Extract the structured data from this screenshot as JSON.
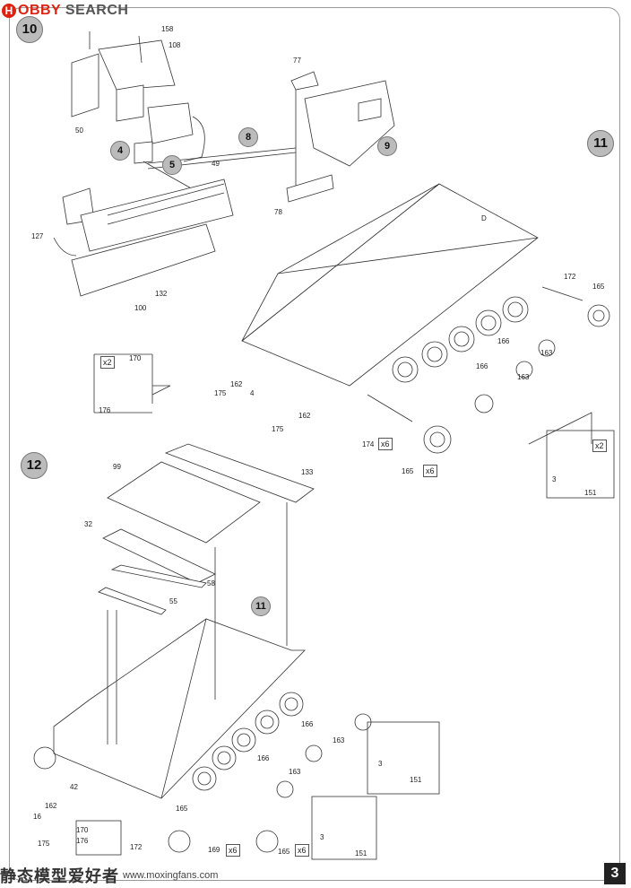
{
  "logo": {
    "mark": "H",
    "text_red": "OBBY",
    "text": "SEARCH"
  },
  "steps": {
    "s10": "10",
    "s11": "11",
    "s12": "12",
    "ref11": "11"
  },
  "subassemblies": {
    "a4": "4",
    "a5": "5",
    "a8": "8",
    "a9": "9"
  },
  "parts": {
    "p158": "158",
    "p108": "108",
    "p50": "50",
    "p49": "49",
    "p77": "77",
    "p78": "78",
    "p127": "127",
    "p132": "132",
    "p100": "100",
    "pD": "D",
    "p172": "172",
    "p165": "165",
    "p166a": "166",
    "p163a": "163",
    "p166b": "166",
    "p163b": "163",
    "p170": "170",
    "p176": "176",
    "p175a": "175",
    "p162a": "162",
    "p4": "4",
    "p162b": "162",
    "p175b": "175",
    "p174": "174",
    "p165b": "165",
    "p3a": "3",
    "p151a": "151",
    "p99": "99",
    "p133": "133",
    "p32": "32",
    "p58": "58",
    "p55": "55",
    "p166c": "166",
    "p163c": "163",
    "p166d": "166",
    "p163d": "163",
    "p3b": "3",
    "p151b": "151",
    "p42": "42",
    "p162c": "162",
    "p16": "16",
    "p175c": "175",
    "p170b": "170",
    "p176b": "176",
    "p172b": "172",
    "p165c": "165",
    "p169": "169",
    "p165d": "165",
    "p3c": "3",
    "p151c": "151"
  },
  "quantities": {
    "q2a": "x2",
    "q6a": "x6",
    "q6b": "x6",
    "q2b": "x2",
    "q6c": "x6",
    "q6d": "x6"
  },
  "page_number": "3",
  "watermark": {
    "cn": "静态模型爱好者",
    "url": "www.moxingfans.com"
  }
}
